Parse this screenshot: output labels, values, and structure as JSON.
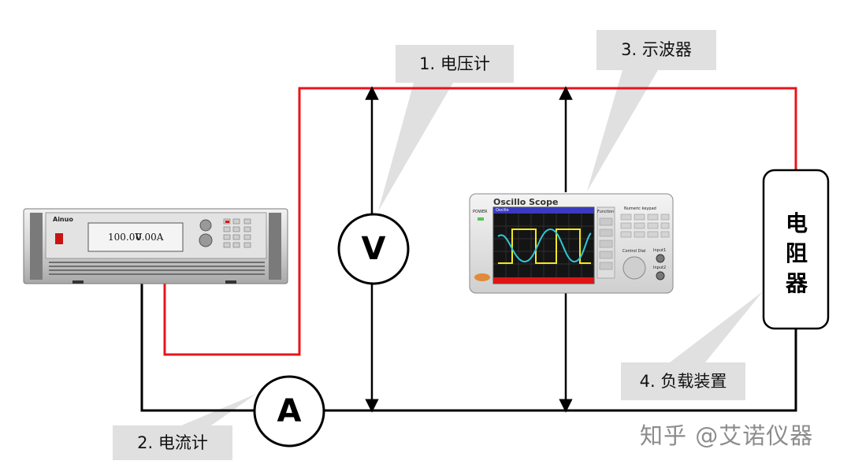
{
  "callouts": {
    "voltmeter": "1. 电压计",
    "ammeter": "2. 电流计",
    "oscilloscope": "3. 示波器",
    "load": "4. 负载装置"
  },
  "voltmeter_symbol": "V",
  "ammeter_symbol": "A",
  "resistor_label": [
    "电",
    "阻",
    "器"
  ],
  "power_supply": {
    "brand": "Ainuo",
    "display_voltage": "100.0V",
    "display_current": "0.00A"
  },
  "oscilloscope": {
    "title": "Oscillo Scope",
    "power_label": "POWER",
    "function_label": "Function",
    "keypad_label": "Numeric keypad",
    "dial_label": "Control Dial",
    "input1_label": "Input1",
    "input2_label": "Input2",
    "screen_tab": "Oscillo"
  },
  "watermark": "知乎 @艾诺仪器",
  "colors": {
    "live_wire": "#e8141b",
    "return_wire": "#000000",
    "callout_bg": "#e0e0e0"
  }
}
